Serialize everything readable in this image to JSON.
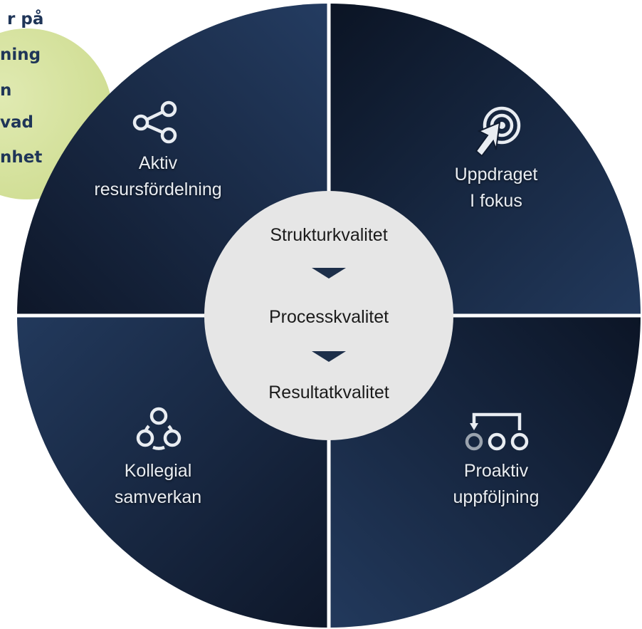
{
  "green_circle": {
    "text_lines": [
      "r på",
      "ning",
      "n",
      "vad",
      "nhet"
    ],
    "fill": "#d6e3a0"
  },
  "quadrants": [
    {
      "id": "top-left",
      "icon": "share-nodes-icon",
      "lines": [
        "Aktiv",
        "resursfördelning"
      ]
    },
    {
      "id": "top-right",
      "icon": "target-cursor-icon",
      "lines": [
        "Uppdraget",
        "I fokus"
      ]
    },
    {
      "id": "bottom-left",
      "icon": "three-circles-icon",
      "lines": [
        "Kollegial",
        "samverkan"
      ]
    },
    {
      "id": "bottom-right",
      "icon": "loop-circles-icon",
      "lines": [
        "Proaktiv",
        "uppföljning"
      ]
    }
  ],
  "center": {
    "items": [
      "Strukturkvalitet",
      "Processkvalitet",
      "Resultatkvalitet"
    ],
    "fill": "#e6e6e6",
    "arrow_color": "#1d2f4a"
  },
  "colors": {
    "quadrant_dark": "#0f1a2e",
    "quadrant_light": "#233a5e",
    "divider": "#ffffff"
  }
}
